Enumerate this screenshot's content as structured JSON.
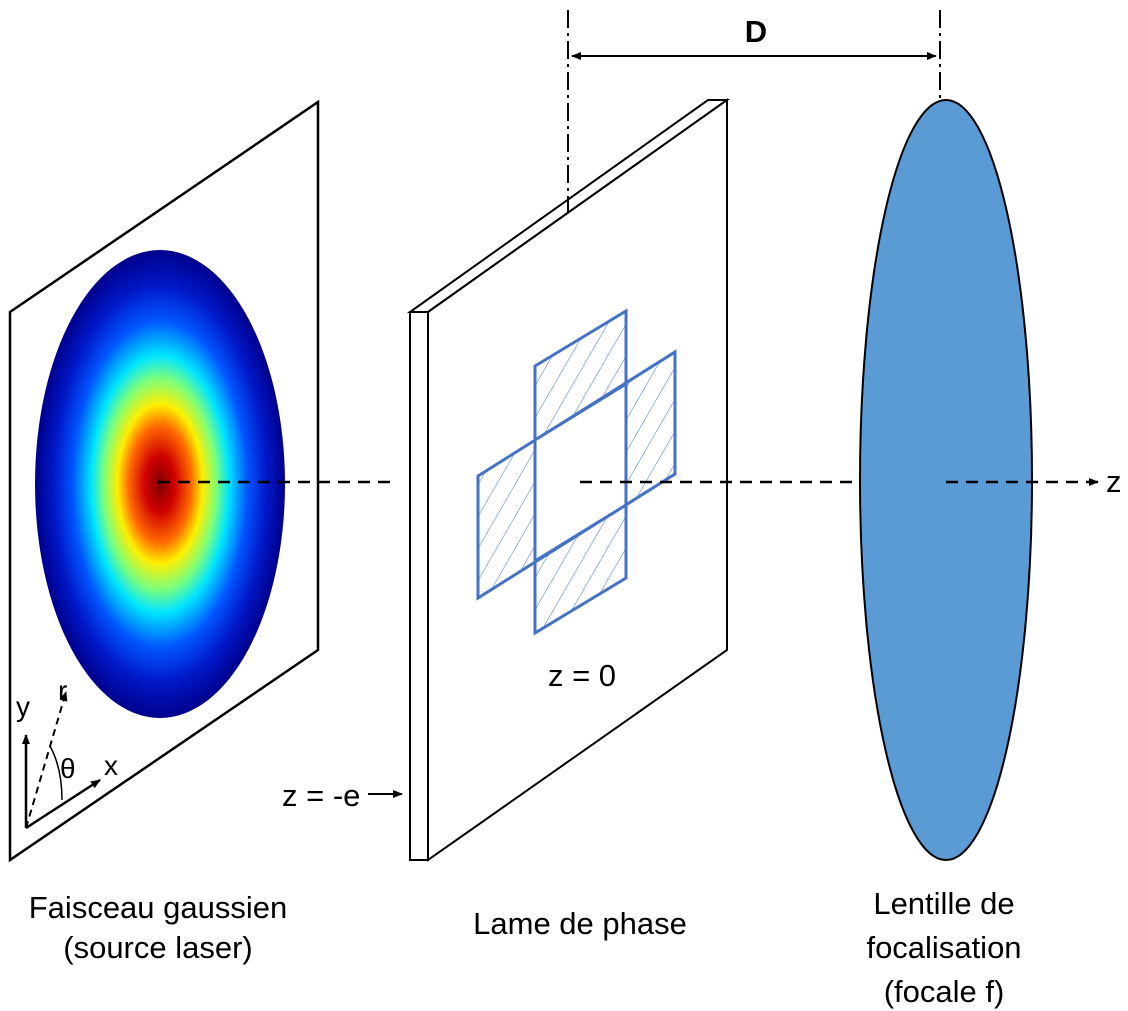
{
  "labels": {
    "distance": "D",
    "axis_z": "z",
    "plate_z": "z = 0",
    "back_face_z": "z = -e",
    "coord_y": "y",
    "coord_r": "r",
    "coord_x": "x",
    "coord_theta": "θ"
  },
  "captions": {
    "source_line1": "Faisceau gaussien",
    "source_line2": "(source laser)",
    "plate": "Lame de phase",
    "lens_line1": "Lentille de",
    "lens_line2": "focalisation",
    "lens_line3": "(focale f)"
  },
  "colors": {
    "lens_fill": "#5b9bd5",
    "phase_pattern": "#4472c4",
    "beam_center": "#800000",
    "beam_edge": "#00008b"
  }
}
